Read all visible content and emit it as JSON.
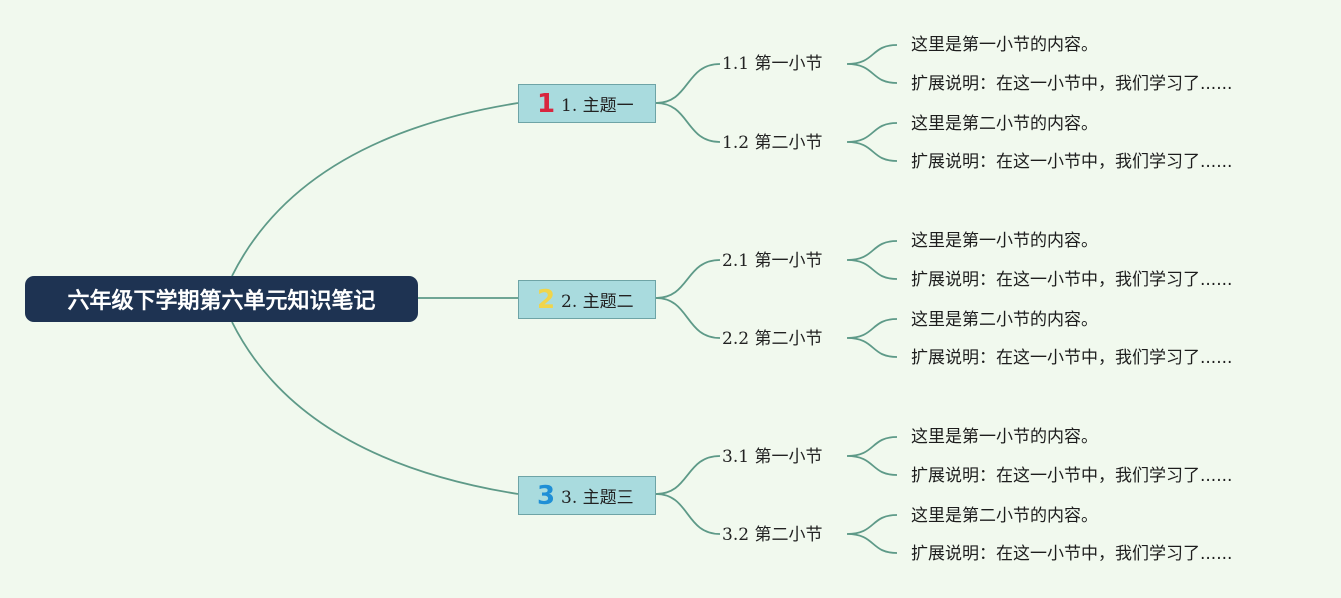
{
  "root": {
    "label": "六年级下学期第六单元知识笔记"
  },
  "colors": {
    "background": "#f1f9ee",
    "root_fill": "#1e3352",
    "topic_fill": "#a9dbde",
    "connector": "#5e9a88",
    "marker_1": "#d8263f",
    "marker_2": "#f0d54a",
    "marker_3": "#1f8fd6"
  },
  "topics": [
    {
      "marker": "1",
      "marker_icon": "number-1-badge",
      "label": "1. 主题一",
      "sections": [
        {
          "label": "1.1 第一小节",
          "notes": [
            "这里是第一小节的内容。",
            "扩展说明：在这一小节中，我们学习了......"
          ]
        },
        {
          "label": "1.2 第二小节",
          "notes": [
            "这里是第二小节的内容。",
            "扩展说明：在这一小节中，我们学习了......"
          ]
        }
      ]
    },
    {
      "marker": "2",
      "marker_icon": "number-2-badge",
      "label": "2. 主题二",
      "sections": [
        {
          "label": "2.1 第一小节",
          "notes": [
            "这里是第一小节的内容。",
            "扩展说明：在这一小节中，我们学习了......"
          ]
        },
        {
          "label": "2.2 第二小节",
          "notes": [
            "这里是第二小节的内容。",
            "扩展说明：在这一小节中，我们学习了......"
          ]
        }
      ]
    },
    {
      "marker": "3",
      "marker_icon": "number-3-badge",
      "label": "3. 主题三",
      "sections": [
        {
          "label": "3.1 第一小节",
          "notes": [
            "这里是第一小节的内容。",
            "扩展说明：在这一小节中，我们学习了......"
          ]
        },
        {
          "label": "3.2 第二小节",
          "notes": [
            "这里是第二小节的内容。",
            "扩展说明：在这一小节中，我们学习了......"
          ]
        }
      ]
    }
  ]
}
